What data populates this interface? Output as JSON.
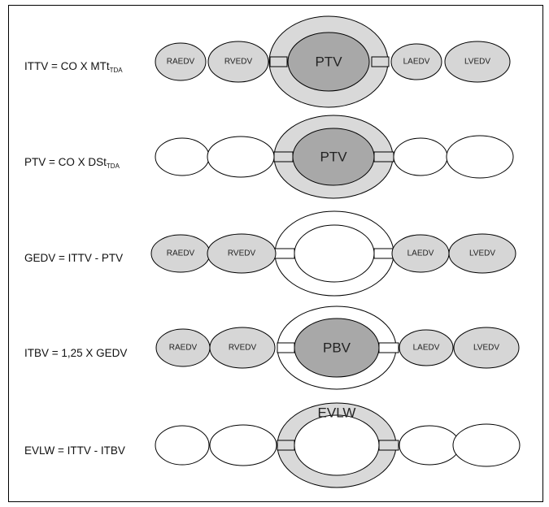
{
  "rows": [
    {
      "formula": {
        "main": "ITTV = CO X MTt",
        "sub": "TDA"
      },
      "center_label": "PTV",
      "outer_label": "",
      "left": [
        "RAEDV",
        "RVEDV"
      ],
      "right": [
        "LAEDV",
        "LVEDV"
      ]
    },
    {
      "formula": {
        "main": "PTV = CO X DSt",
        "sub": "TDA"
      },
      "center_label": "PTV",
      "outer_label": "",
      "left": [
        "",
        ""
      ],
      "right": [
        "",
        ""
      ]
    },
    {
      "formula": {
        "main": "GEDV = ITTV - PTV",
        "sub": ""
      },
      "center_label": "",
      "outer_label": "",
      "left": [
        "RAEDV",
        "RVEDV"
      ],
      "right": [
        "LAEDV",
        "LVEDV"
      ]
    },
    {
      "formula": {
        "main": "ITBV = 1,25 X GEDV",
        "sub": ""
      },
      "center_label": "PBV",
      "outer_label": "",
      "left": [
        "RAEDV",
        "RVEDV"
      ],
      "right": [
        "LAEDV",
        "LVEDV"
      ]
    },
    {
      "formula": {
        "main": "EVLW = ITTV - ITBV",
        "sub": ""
      },
      "center_label": "",
      "outer_label": "EVLW",
      "left": [
        "",
        ""
      ],
      "right": [
        "",
        ""
      ]
    }
  ],
  "colors": {
    "chamber_fill": "#d6d6d6",
    "center_fill": "#a8a8a8",
    "ring_fill": "#d9d9d9",
    "empty_fill": "#ffffff",
    "stroke": "#000000"
  }
}
